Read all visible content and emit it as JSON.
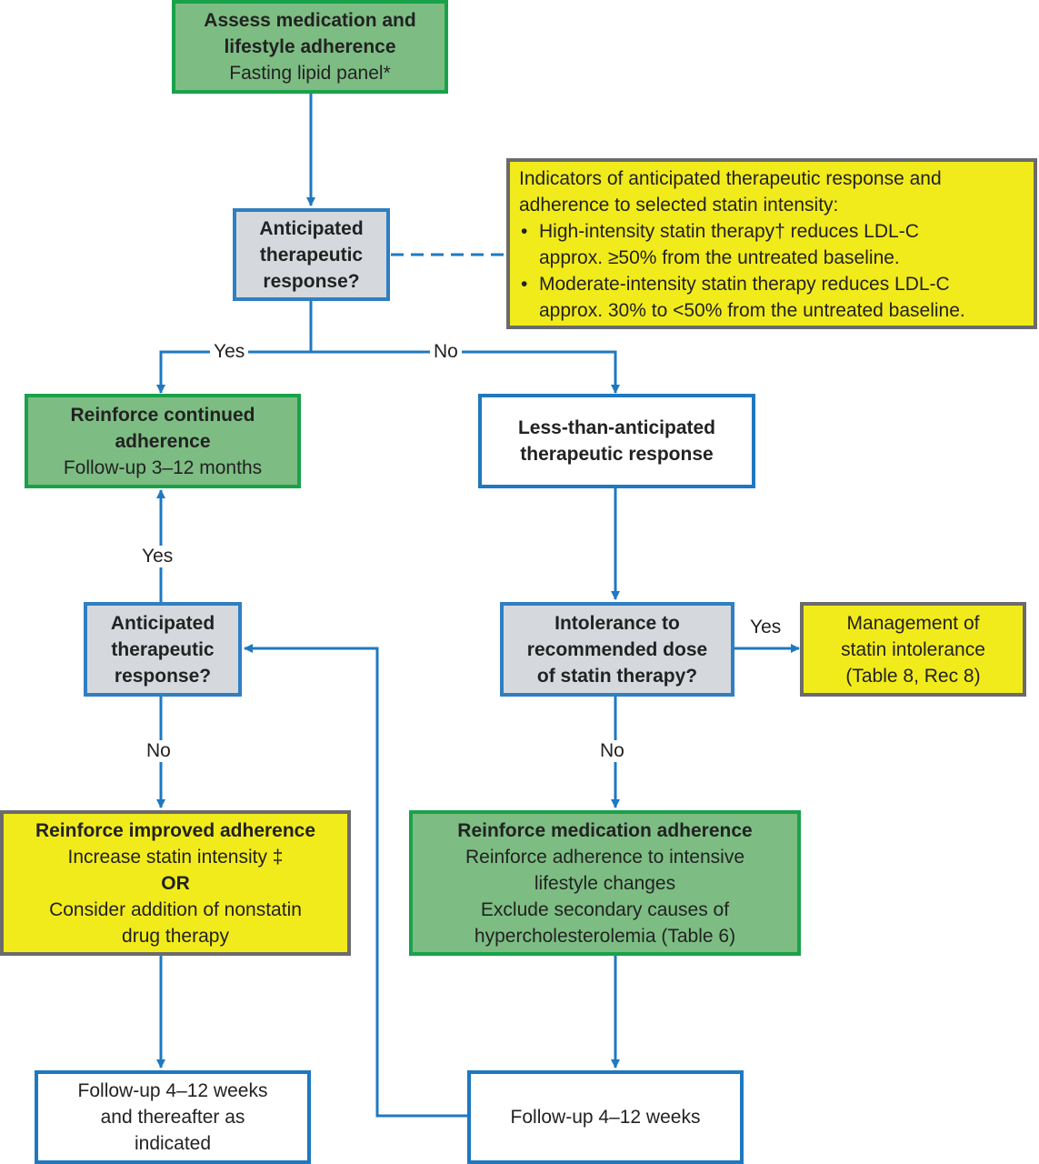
{
  "nodes": {
    "assess": {
      "title_lines": [
        "Assess medication and",
        "lifestyle adherence"
      ],
      "body_lines": [
        "Fasting lipid panel*"
      ]
    },
    "anticipated_top": {
      "title_lines": [
        "Anticipated",
        "therapeutic",
        "response?"
      ]
    },
    "indicators": {
      "intro_lines": [
        "Indicators of anticipated therapeutic response and",
        "adherence to selected statin intensity:"
      ],
      "bullets": [
        {
          "lines": [
            "High-intensity statin therapy† reduces LDL-C",
            "approx. ≥50% from the untreated baseline."
          ]
        },
        {
          "lines": [
            "Moderate-intensity statin therapy reduces LDL-C",
            "approx. 30% to <50% from the untreated baseline."
          ]
        }
      ],
      "bullet_char": "•"
    },
    "reinforce_continued": {
      "title_lines": [
        "Reinforce continued",
        "adherence"
      ],
      "body_lines": [
        "Follow-up 3–12 months"
      ]
    },
    "less_than": {
      "title_lines": [
        "Less-than-anticipated",
        "therapeutic response"
      ]
    },
    "anticipated_bottom": {
      "title_lines": [
        "Anticipated",
        "therapeutic",
        "response?"
      ]
    },
    "intolerance": {
      "title_lines": [
        "Intolerance to",
        "recommended dose",
        "of statin therapy?"
      ]
    },
    "management": {
      "body_lines": [
        "Management of",
        "statin intolerance",
        "(Table 8, Rec 8)"
      ]
    },
    "reinforce_improved": {
      "title_lines": [
        "Reinforce improved adherence"
      ],
      "body_lines": [
        "Increase statin intensity ‡"
      ],
      "or_label": "OR",
      "body2_lines": [
        "Consider addition of nonstatin",
        "drug therapy"
      ]
    },
    "reinforce_medication": {
      "title_lines": [
        "Reinforce medication adherence"
      ],
      "body_lines": [
        "Reinforce adherence to intensive",
        "lifestyle changes",
        "Exclude secondary causes of",
        "hypercholesterolemia (Table 6)"
      ]
    },
    "followup_left": {
      "body_lines": [
        "Follow-up 4–12 weeks",
        "and thereafter as",
        "indicated"
      ]
    },
    "followup_right": {
      "body_lines": [
        "Follow-up 4–12 weeks"
      ]
    }
  },
  "edge_labels": {
    "yes_left": "Yes",
    "no_right": "No",
    "yes_up": "Yes",
    "yes_intolerance": "Yes",
    "no_left_down": "No",
    "no_right_down": "No"
  },
  "colors": {
    "arrow": "#1f78c0",
    "green_fill": "#7dbd83",
    "green_border": "#19a24a",
    "gray_fill": "#d5d9de",
    "yellow_fill": "#f2eb1c",
    "yellow_border": "#6b6b6b"
  }
}
